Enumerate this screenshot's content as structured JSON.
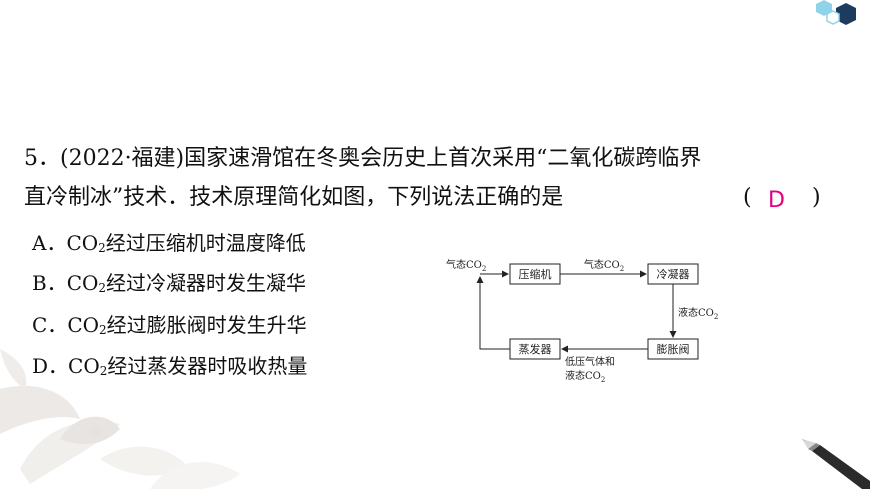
{
  "question": {
    "line1": "5．(2022·福建)国家速滑馆在冬奥会历史上首次采用“二氧化碳跨临界",
    "line2": "直冷制冰”技术．技术原理简化如图，下列说法正确的是",
    "paren_open": "(",
    "paren_close": ")",
    "answer": "D"
  },
  "options": {
    "a": {
      "letter": "A．",
      "pre": "CO",
      "sub": "2",
      "post": "经过压缩机时温度降低"
    },
    "b": {
      "letter": "B．",
      "pre": "CO",
      "sub": "2",
      "post": "经过冷凝器时发生凝华"
    },
    "c": {
      "letter": "C．",
      "pre": "CO",
      "sub": "2",
      "post": "经过膨胀阀时发生升华"
    },
    "d": {
      "letter": "D．",
      "pre": "CO",
      "sub": "2",
      "post": "经过蒸发器时吸收热量"
    }
  },
  "diagram": {
    "boxes": {
      "compressor": "压缩机",
      "condenser": "冷凝器",
      "expansion_valve": "膨胀阀",
      "evaporator": "蒸发器"
    },
    "labels": {
      "gas_in": {
        "pre": "气态CO",
        "sub": "2"
      },
      "gas_mid": {
        "pre": "气态CO",
        "sub": "2"
      },
      "liquid": {
        "pre": "液态CO",
        "sub": "2"
      },
      "mixed_line1": "低压气体和",
      "mixed_line2": {
        "pre": "液态CO",
        "sub": "2"
      }
    }
  },
  "colors": {
    "answer": "#e4007f",
    "hex_dark": "#1d3a5f",
    "hex_light": "#8fd3e8"
  }
}
